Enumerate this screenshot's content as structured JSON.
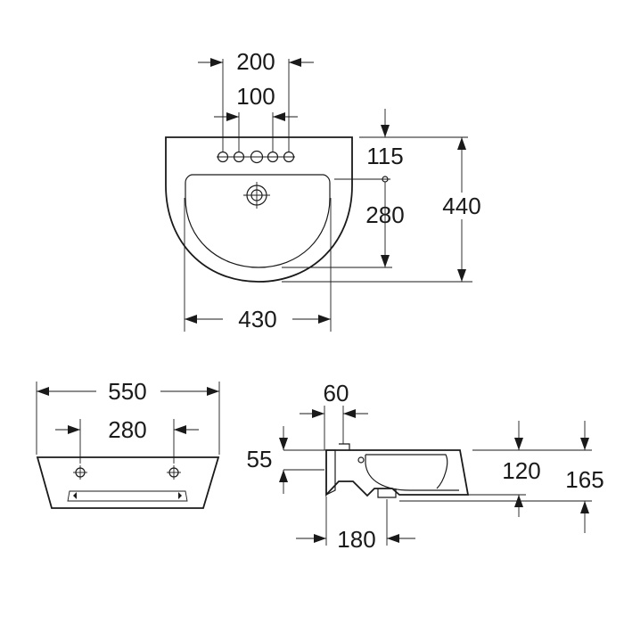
{
  "views": {
    "top": {
      "dims": {
        "tap_holes_outer": "200",
        "tap_holes_inner": "100",
        "rim_to_waste": "115",
        "bowl_depth": "280",
        "overall_depth": "440",
        "bowl_width": "430"
      }
    },
    "front": {
      "dims": {
        "overall_width": "550",
        "fixing_centres": "280"
      }
    },
    "side": {
      "dims": {
        "wall_offset": "60",
        "fixing_height": "55",
        "bowl_height": "120",
        "overall_height": "165",
        "waste_offset": "180"
      }
    }
  }
}
